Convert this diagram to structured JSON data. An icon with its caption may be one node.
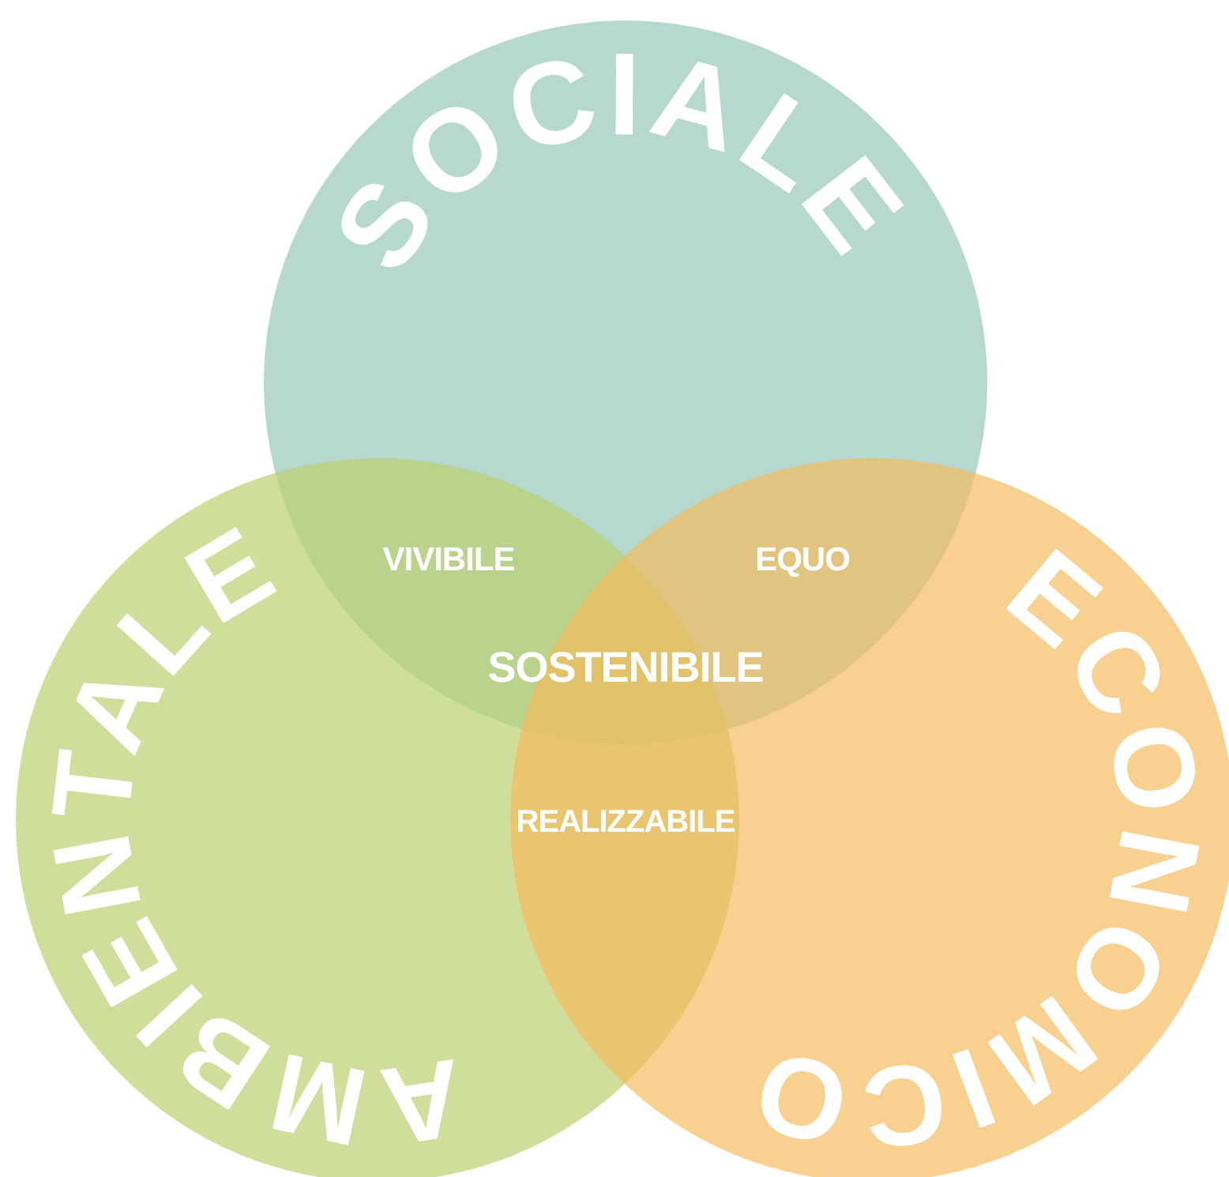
{
  "diagram": {
    "nodes": [
      {
        "text": [
          "SOCIALE"
        ]
      },
      {
        "text": [
          "AMBIENTALE"
        ]
      },
      {
        "text": [
          "ECONOMICO"
        ]
      }
    ],
    "labels": [
      "VIVIBILE",
      "EQUO",
      "SOSTENIBILE",
      "REALIZZABILE"
    ]
  }
}
